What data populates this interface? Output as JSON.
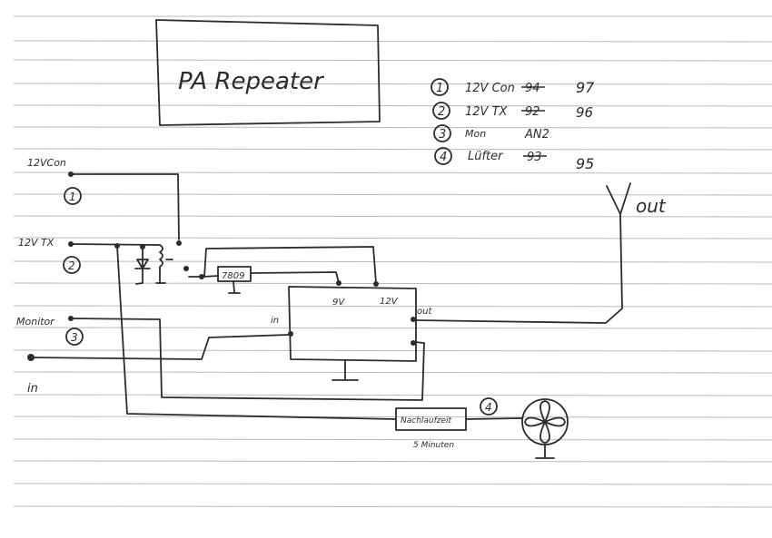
{
  "title": "PA Repeater",
  "legend": {
    "rows": [
      {
        "num": "1",
        "label": "12V Con",
        "old": "94",
        "new": "97"
      },
      {
        "num": "2",
        "label": "12V TX",
        "old": "92",
        "new": "96"
      },
      {
        "num": "3",
        "label": "Mon",
        "old": "AN2",
        "new": ""
      },
      {
        "num": "4",
        "label": "Lüfter",
        "old": "93",
        "new": "95"
      }
    ]
  },
  "inputs": {
    "con_label": "12VCon",
    "con_num": "1",
    "tx_label": "12V TX",
    "tx_num": "2",
    "mon_label": "Monitor",
    "mon_num": "3",
    "in_label": "in"
  },
  "regulator": "7809",
  "amp": {
    "in": "in",
    "v9": "9V",
    "v12": "12V",
    "out": "out"
  },
  "output_label": "out",
  "timer": {
    "label": "Nachlaufzeit",
    "sub": "5 Minuten",
    "num": "4"
  }
}
